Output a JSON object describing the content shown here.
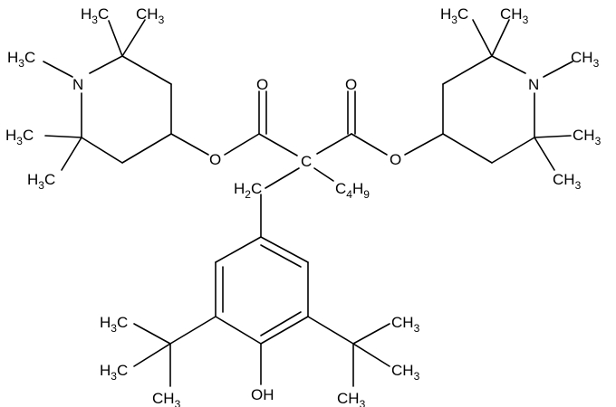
{
  "colors": {
    "bond": "#000000",
    "carbon_text": "#000000",
    "nitrogen": "#1f2bd6",
    "oxygen": "#e0201b"
  },
  "labels": {
    "ch3": {
      "text": "CH",
      "num": "3"
    },
    "h3c": {
      "text": "H",
      "num": "3",
      "tail": "C"
    },
    "h2c": {
      "text": "H",
      "num": "2",
      "tail": "C"
    },
    "c4h9": {
      "pre": "C",
      "num1": "4",
      "mid": "H",
      "num2": "9"
    },
    "n": "N",
    "o": "O",
    "c_center": "C",
    "oh": "OH"
  }
}
